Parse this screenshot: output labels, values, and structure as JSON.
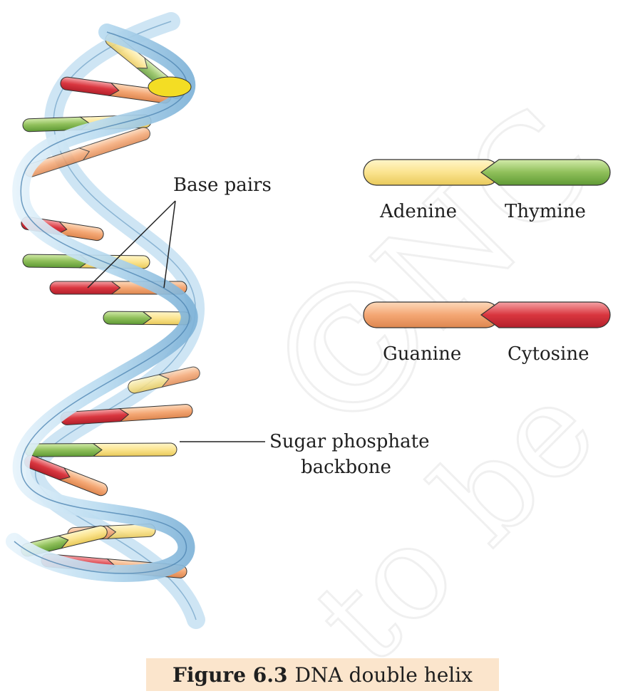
{
  "labels": {
    "base_pairs": "Base pairs",
    "sugar_phosphate_line1": "Sugar phosphate",
    "sugar_phosphate_line2": "backbone"
  },
  "legend": [
    {
      "left": "Adenine",
      "right": "Thymine",
      "left_color": "#fbe48f",
      "right_color": "#8fbf5a"
    },
    {
      "left": "Guanine",
      "right": "Cytosine",
      "left_color": "#f4a774",
      "right_color": "#d9363f"
    }
  ],
  "caption": {
    "number": "Figure 6.3",
    "text": "DNA double helix"
  },
  "watermark": "© NCERT not to be republished",
  "colors": {
    "backbone": "#a9cde8",
    "adenine": "#fbe48f",
    "thymine": "#8fbf5a",
    "guanine": "#f4a774",
    "cytosine": "#d9363f",
    "caption_bg": "#fbe5cc"
  }
}
